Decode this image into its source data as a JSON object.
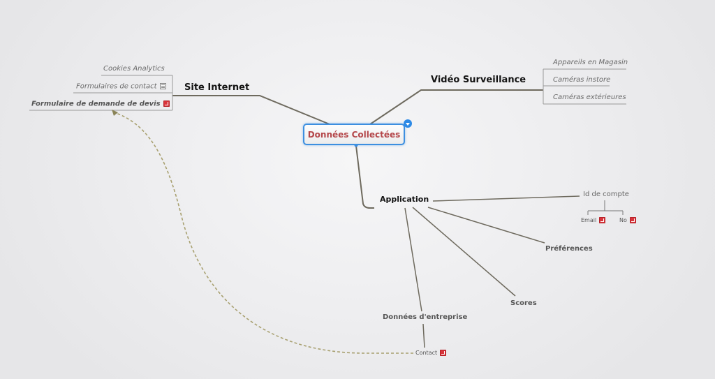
{
  "mindmap": {
    "central": {
      "label": "Données Collectées",
      "text_color": "#b4474a",
      "border_color": "#3d8fe0"
    },
    "branches": {
      "site_internet": {
        "label": "Site Internet",
        "children": [
          {
            "label": "Cookies Analytics",
            "icon": null
          },
          {
            "label": "Formulaires de contact",
            "icon": "note-icon"
          },
          {
            "label": "Formulaire de demande de devis",
            "icon": "flag-icon"
          }
        ]
      },
      "video_surveillance": {
        "label": "Vidéo Surveillance",
        "children": [
          {
            "label": "Appareils en Magasin"
          },
          {
            "label": "Caméras instore"
          },
          {
            "label": "Caméras extérieures"
          }
        ]
      },
      "application": {
        "label": "Application",
        "children": [
          {
            "label": "Id de compte",
            "children": [
              {
                "label": "Email",
                "icon": "flag-icon"
              },
              {
                "label": "No",
                "icon": "flag-icon"
              }
            ]
          },
          {
            "label": "Préférences"
          },
          {
            "label": "Scores"
          },
          {
            "label": "Données d'entreprise",
            "children": [
              {
                "label": "Contact",
                "icon": "flag-icon"
              }
            ]
          }
        ]
      }
    },
    "relationship": {
      "from": "Contact",
      "to": "Formulaire de demande de devis",
      "style": "dashed",
      "color": "#a8a070"
    },
    "colors": {
      "connector": "#6e6a5e",
      "relationship": "#a8a070",
      "flag": "#d9343b"
    }
  }
}
